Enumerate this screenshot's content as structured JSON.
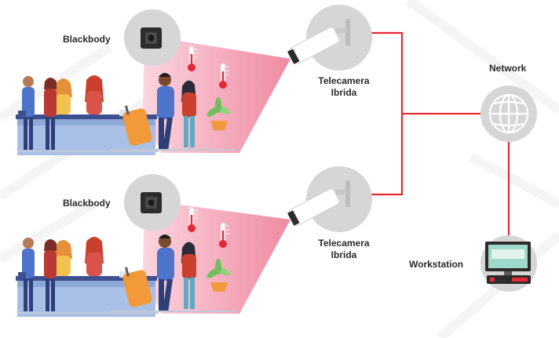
{
  "labels": {
    "blackbody_top": "Blackbody",
    "blackbody_bottom": "Blackbody",
    "camera_top": [
      "Telecamera",
      "Ibrida"
    ],
    "camera_bottom": [
      "Telecamera",
      "Ibrida"
    ],
    "network": "Network",
    "workstation": "Workstation"
  },
  "icons": {
    "blackbody": "blackbody-sensor-icon",
    "camera": "thermal-camera-icon",
    "thermometer": "thermometer-icon",
    "network": "globe-network-icon",
    "workstation": "workstation-monitor-icon"
  },
  "colors": {
    "link": "#e32a34",
    "field_of_view": "#f4a6b8",
    "device_circle": "#d6d6d6",
    "label_text": "#2a2a2a"
  }
}
